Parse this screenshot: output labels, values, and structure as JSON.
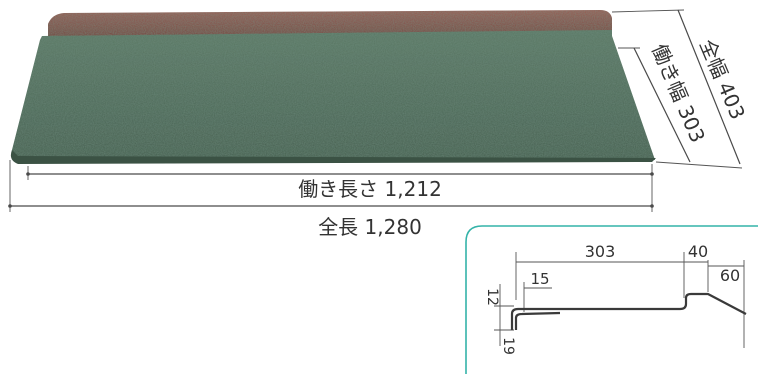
{
  "colors": {
    "tile_green": "#4f6a56",
    "tile_red_band": "#8a4a42",
    "inset_border": "#34b3a9",
    "dimension_line": "#4a4a4a"
  },
  "main_view": {
    "full_width_label": "全幅 403",
    "working_width_label": "働き幅 303",
    "working_length_label": "働き長さ 1,212",
    "full_length_label": "全長 1,280"
  },
  "section_detail": {
    "dim_303": "303",
    "dim_40": "40",
    "dim_60": "60",
    "dim_15": "15",
    "dim_12": "12",
    "dim_19": "19"
  }
}
